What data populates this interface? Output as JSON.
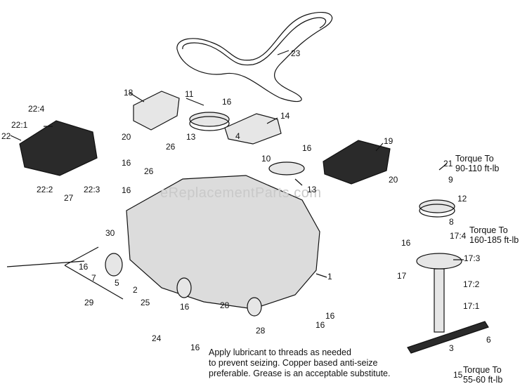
{
  "watermark": "eReplacementParts.com",
  "labels": {
    "l23": "23",
    "l18": "18",
    "l11": "11",
    "l16a": "16",
    "l14": "14",
    "l22_4": "22:4",
    "l22_1": "22:1",
    "l22": "22",
    "l4": "4",
    "l20a": "20",
    "l13a": "13",
    "l26a": "26",
    "l16b": "16",
    "l10": "10",
    "l19": "19",
    "l16c": "16",
    "l26b": "26",
    "l16d": "16",
    "l20b": "20",
    "l13b": "13",
    "l22_2": "22:2",
    "l22_3": "22:3",
    "l27": "27",
    "l21": "21",
    "l9": "9",
    "l12": "12",
    "l8": "8",
    "l17_4": "17:4",
    "l16e": "16",
    "l17_3": "17:3",
    "l17": "17",
    "l17_2": "17:2",
    "l17_1": "17:1",
    "l6": "6",
    "l3": "3",
    "l15": "15",
    "l30": "30",
    "l1": "1",
    "l16f": "16",
    "l7": "7",
    "l5": "5",
    "l2": "2",
    "l25": "25",
    "l29": "29",
    "l16g": "16",
    "l28a": "28",
    "l16h": "16",
    "l16i": "16",
    "l28b": "28",
    "l24": "24",
    "l16j": "16"
  },
  "torque": {
    "t1_line1": "Torque To",
    "t1_line2": "90-110 ft-lb",
    "t2_line1": "Torque To",
    "t2_line2": "160-185 ft-lb",
    "t3_line1": "Torque To",
    "t3_line2": "55-60 ft-lb"
  },
  "note": {
    "line1": "Apply lubricant to threads as needed",
    "line2": "to prevent seizing. Copper based anti-seize",
    "line3": "preferable. Grease is an acceptable substitute."
  },
  "colors": {
    "line": "#111111",
    "part_fill": "#e6e6e6",
    "part_dark": "#2a2a2a",
    "deck": "#dcdcdc"
  }
}
